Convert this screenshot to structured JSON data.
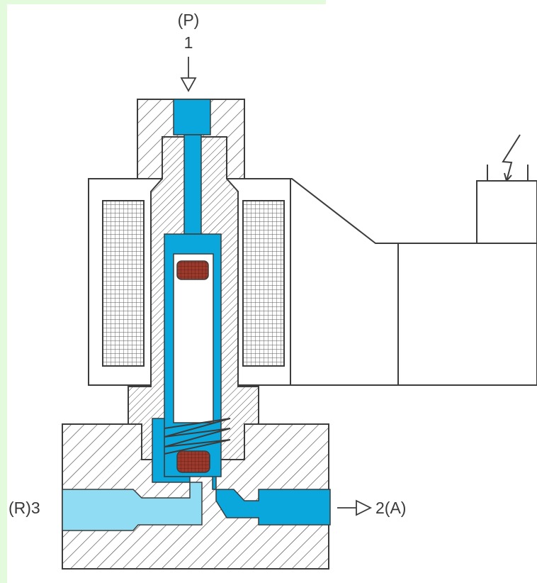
{
  "labels": {
    "port_p_name": "(P)",
    "port_p_number": "1",
    "port_r": "(R)3",
    "port_a": "2(A)"
  },
  "colors": {
    "background": "#ffffff",
    "frame_left": "#e3fbdc",
    "line": "#3c3c3c",
    "fluid": "#0aa7dd",
    "fluid_exhaust": "#8fdcf3",
    "seal": "#9b3a2c"
  },
  "icons": [
    "lightning-icon",
    "flow-arrow-in-icon",
    "flow-arrow-out-icon",
    "spring-icon",
    "coil-winding-icon"
  ]
}
